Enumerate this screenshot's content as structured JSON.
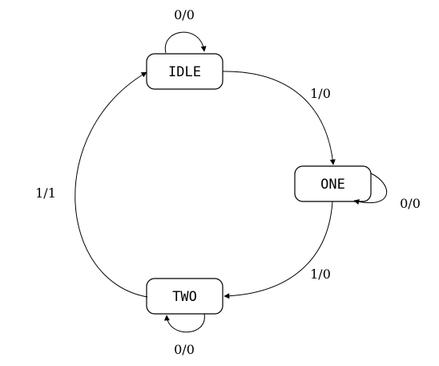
{
  "states": {
    "idle": "IDLE",
    "one": "ONE",
    "two": "TWO"
  },
  "transitions": {
    "idle_self": "0/0",
    "idle_to_one": "1/0",
    "one_self": "0/0",
    "one_to_two": "1/0",
    "two_self": "0/0",
    "two_to_idle": "1/1"
  }
}
